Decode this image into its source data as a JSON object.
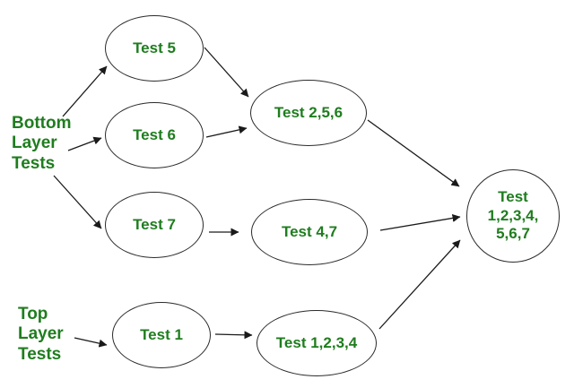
{
  "diagram": {
    "accent_color": "#1f7d1f",
    "stroke_color": "#1a1a1a",
    "background": "#ffffff",
    "labels": {
      "bottom_layer": "Bottom\nLayer\nTests",
      "top_layer": "Top\nLayer\nTests"
    },
    "nodes": {
      "test5": {
        "label": "Test 5"
      },
      "test6": {
        "label": "Test 6"
      },
      "test7": {
        "label": "Test 7"
      },
      "test1": {
        "label": "Test 1"
      },
      "test256": {
        "label": "Test 2,5,6"
      },
      "test47": {
        "label": "Test 4,7"
      },
      "test1234": {
        "label": "Test 1,2,3,4"
      },
      "final": {
        "label": "Test\n1,2,3,4,\n5,6,7"
      }
    },
    "edges": [
      {
        "from": "bottom-layer-tests",
        "to": "test5"
      },
      {
        "from": "bottom-layer-tests",
        "to": "test6"
      },
      {
        "from": "bottom-layer-tests",
        "to": "test7"
      },
      {
        "from": "test5",
        "to": "test256"
      },
      {
        "from": "test6",
        "to": "test256"
      },
      {
        "from": "test7",
        "to": "test47"
      },
      {
        "from": "test256",
        "to": "final"
      },
      {
        "from": "test47",
        "to": "final"
      },
      {
        "from": "test1234",
        "to": "final"
      },
      {
        "from": "top-layer-tests",
        "to": "test1"
      },
      {
        "from": "test1",
        "to": "test1234"
      }
    ]
  }
}
